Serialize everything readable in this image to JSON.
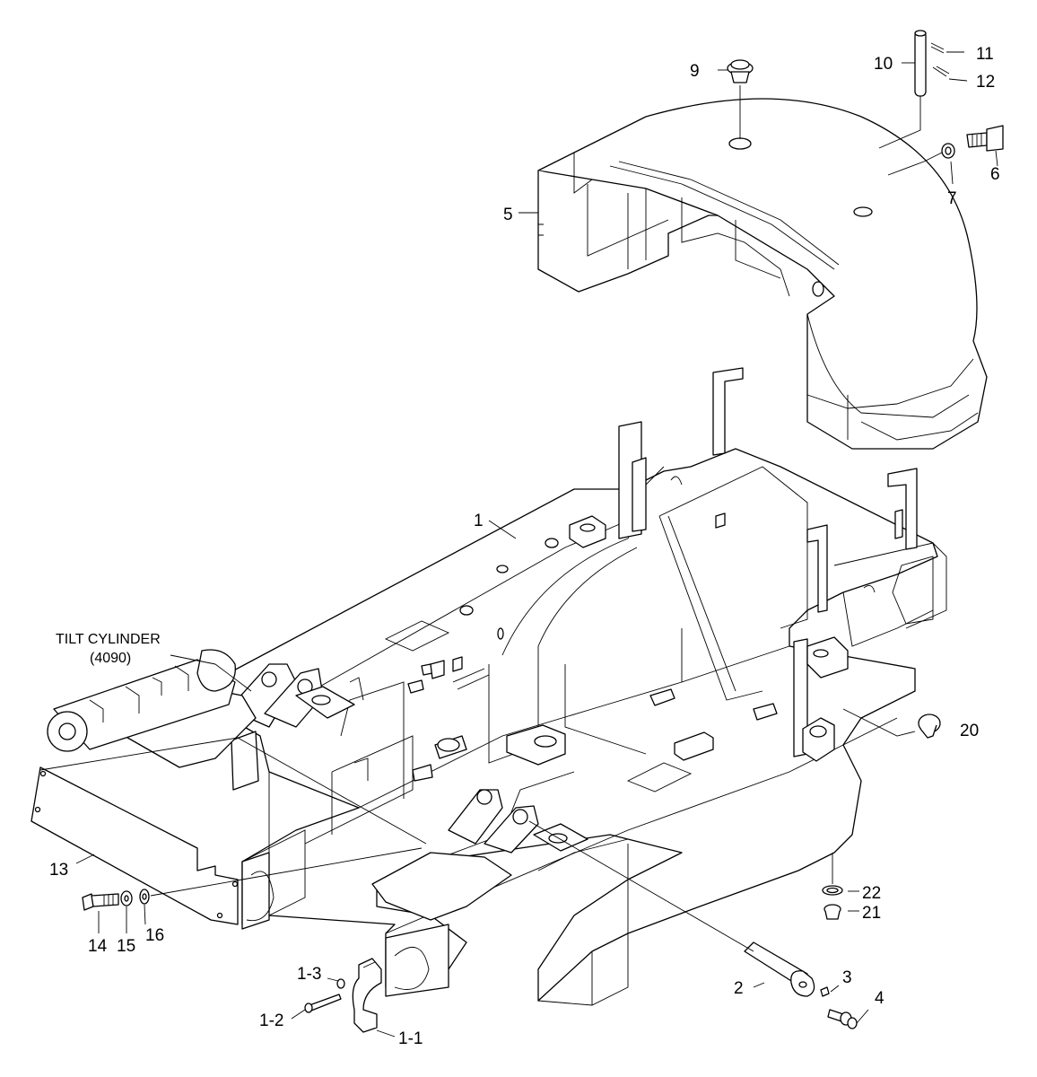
{
  "diagram": {
    "type": "exploded parts diagram",
    "note": {
      "line1": "TILT CYLINDER",
      "line2": "(4090)"
    },
    "callouts": {
      "c1": "1",
      "c1_1": "1-1",
      "c1_2": "1-2",
      "c1_3": "1-3",
      "c2": "2",
      "c3": "3",
      "c4": "4",
      "c5": "5",
      "c6": "6",
      "c7": "7",
      "c9": "9",
      "c10": "10",
      "c11": "11",
      "c12": "12",
      "c13": "13",
      "c14": "14",
      "c15": "15",
      "c16": "16",
      "c20": "20",
      "c21": "21",
      "c22": "22"
    }
  }
}
